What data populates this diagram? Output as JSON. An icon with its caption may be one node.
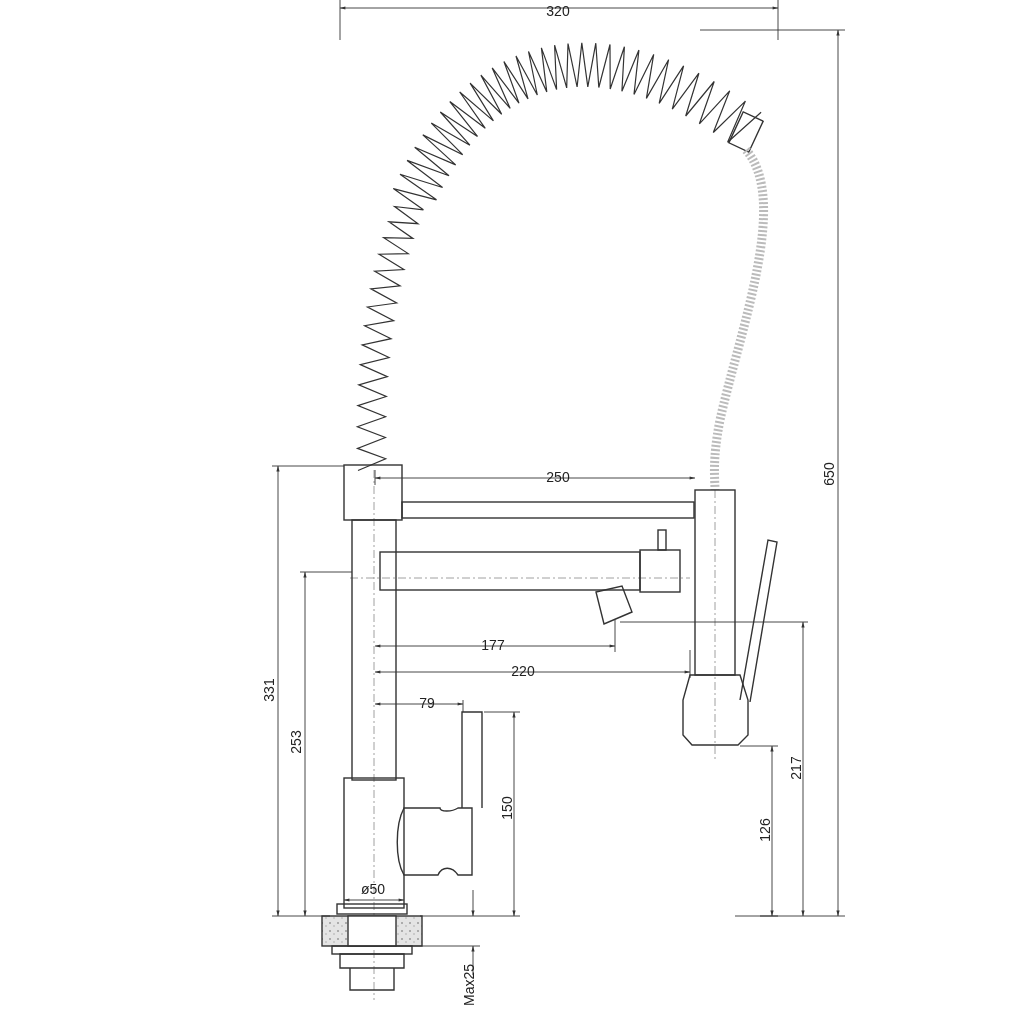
{
  "diagram": {
    "labels": [
      "320",
      "250",
      "650",
      "177",
      "220",
      "79",
      "331",
      "253",
      "217",
      "150",
      "126",
      "ø50",
      "Max25"
    ]
  }
}
